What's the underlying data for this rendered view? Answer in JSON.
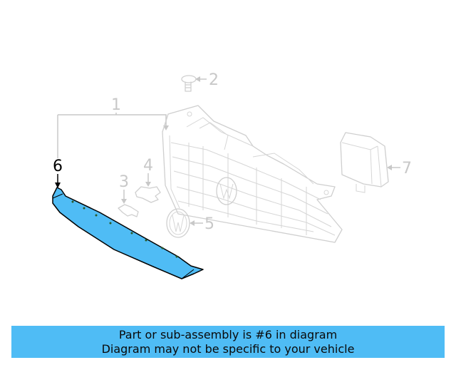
{
  "diagram": {
    "callouts": [
      {
        "id": "1",
        "label": "1",
        "part": "grille-assembly",
        "highlighted": false
      },
      {
        "id": "2",
        "label": "2",
        "part": "screw",
        "highlighted": false
      },
      {
        "id": "3",
        "label": "3",
        "part": "clip",
        "highlighted": false
      },
      {
        "id": "4",
        "label": "4",
        "part": "bracket",
        "highlighted": false
      },
      {
        "id": "5",
        "label": "5",
        "part": "emblem",
        "highlighted": false
      },
      {
        "id": "6",
        "label": "6",
        "part": "molding-strip",
        "highlighted": true
      },
      {
        "id": "7",
        "label": "7",
        "part": "sensor-module",
        "highlighted": false
      }
    ],
    "colors": {
      "highlight_fill": "#4fbcf5",
      "line_gray": "#cfcfcf",
      "label_gray": "#c8c8c8",
      "label_active": "#000000"
    }
  },
  "banner": {
    "line1": "Part or sub-assembly is #6 in diagram",
    "line2": "Diagram may not be specific to your vehicle",
    "background": "#4fbcf5"
  }
}
